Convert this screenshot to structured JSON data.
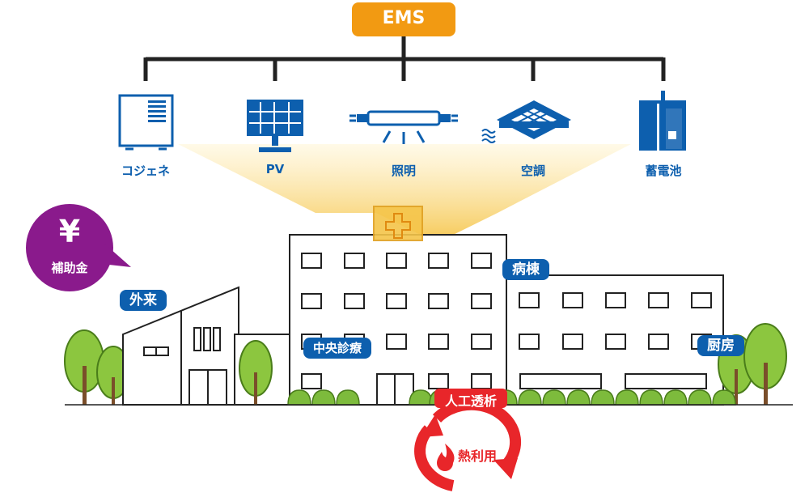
{
  "ems": {
    "label": "EMS",
    "color": "#f29a12"
  },
  "devices": [
    {
      "label": "コジェネ",
      "icon": "cogeneration-icon"
    },
    {
      "label": "PV",
      "icon": "solar-panel-icon"
    },
    {
      "label": "照明",
      "icon": "lighting-icon"
    },
    {
      "label": "空調",
      "icon": "air-conditioner-icon"
    },
    {
      "label": "蓄電池",
      "icon": "battery-icon"
    }
  ],
  "subsidy": {
    "symbol": "¥",
    "label": "補助金",
    "color": "#8a1a8c"
  },
  "buildings": {
    "outpatient": "外来",
    "central": "中央診療",
    "ward": "病棟",
    "kitchen": "厨房"
  },
  "dialysis": {
    "label": "人工透析",
    "color": "#e8262a"
  },
  "heat": {
    "label": "熱利用",
    "icon": "flame-icon"
  },
  "colors": {
    "accent_blue": "#0d5fae",
    "line": "#222222",
    "tree": "#8cc63f",
    "bush": "#7dbb3c"
  }
}
